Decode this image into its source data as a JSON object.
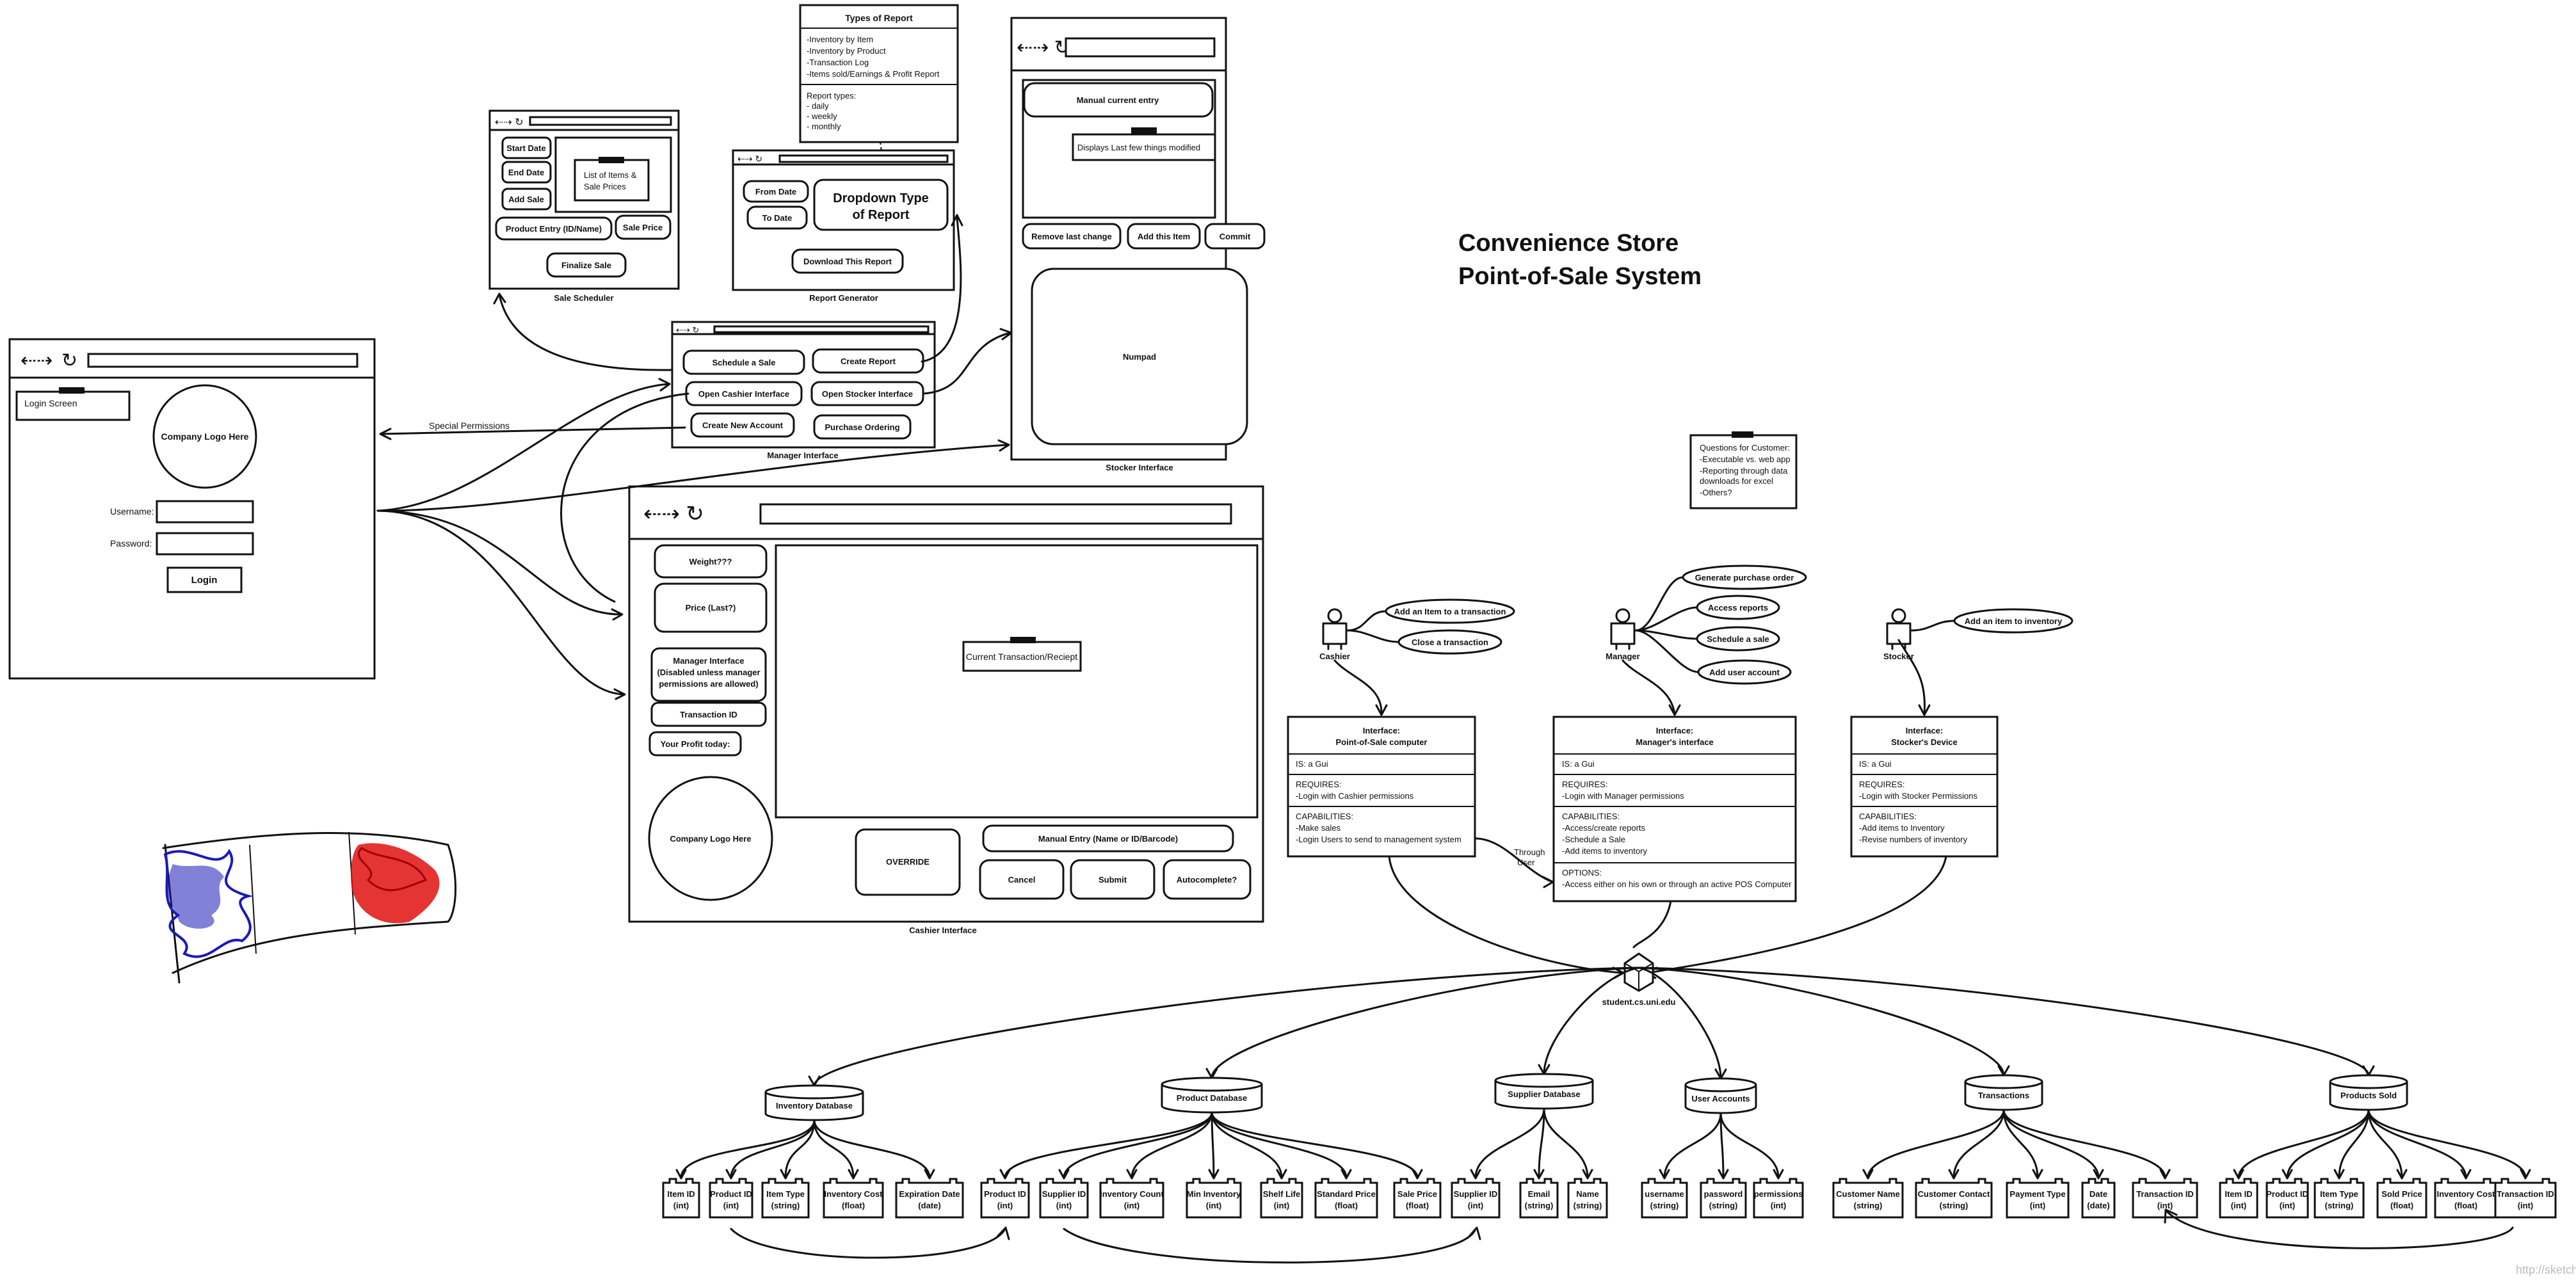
{
  "title": {
    "line1": "Convenience Store",
    "line2": "Point-of-Sale System"
  },
  "questions_note": [
    "Questions for Customer:",
    "-Executable vs. web app",
    "-Reporting through data",
    "downloads for excel",
    "-Others?"
  ],
  "watermark": "http://sketchboard.io",
  "types_of_report": {
    "title": "Types of Report",
    "items": [
      "-Inventory by Item",
      "-Inventory by Product",
      "-Transaction Log",
      "-Items sold/Earnings & Profit Report"
    ],
    "sub": [
      "Report types:",
      "- daily",
      "- weekly",
      "- monthly"
    ]
  },
  "login": {
    "label": "Login Screen",
    "logo": "Company Logo Here",
    "username": "Username:",
    "password": "Password:",
    "button": "Login"
  },
  "sale_scheduler": {
    "title": "Sale Scheduler",
    "start": "Start Date",
    "end": "End Date",
    "add": "Add Sale",
    "list1": "List of Items &",
    "list2": "Sale Prices",
    "product": "Product Entry (ID/Name)",
    "price": "Sale Price",
    "finalize": "Finalize Sale"
  },
  "report_generator": {
    "title": "Report Generator",
    "from": "From Date",
    "to": "To Date",
    "dropdown1": "Dropdown Type",
    "dropdown2": "of Report",
    "download": "Download This Report"
  },
  "manager_ui": {
    "title": "Manager Interface",
    "schedule": "Schedule a Sale",
    "create_report": "Create Report",
    "open_cashier": "Open Cashier Interface",
    "open_stocker": "Open Stocker Interface",
    "new_account": "Create New Account",
    "purchase": "Purchase Ordering"
  },
  "special_permissions": "Special Permissions",
  "stocker_ui": {
    "title": "Stocker Interface",
    "manual": "Manual current entry",
    "displays": "Displays Last few things modified",
    "remove": "Remove last change",
    "add": "Add this Item",
    "commit": "Commit",
    "numpad": "Numpad"
  },
  "cashier_ui": {
    "title": "Cashier Interface",
    "weight": "Weight???",
    "price": "Price (Last?)",
    "mgr1": "Manager Interface",
    "mgr2": "(Disabled unless manager",
    "mgr3": "permissions are allowed)",
    "txid": "Transaction ID",
    "profit": "Your Profit today:",
    "logo": "Company Logo Here",
    "receipt": "Current Transaction/Reciept",
    "override": "OVERRIDE",
    "manual": "Manual Entry (Name or ID/Barcode)",
    "cancel": "Cancel",
    "submit": "Submit",
    "autocomplete": "Autocomplete?"
  },
  "actors": {
    "cashier": {
      "name": "Cashier",
      "uses": [
        "Add an Item to a transaction",
        "Close a transaction"
      ]
    },
    "manager": {
      "name": "Manager",
      "uses": [
        "Generate purchase order",
        "Access reports",
        "Schedule a sale",
        "Add user account"
      ]
    },
    "stocker": {
      "name": "Stocker",
      "uses": [
        "Add an item to inventory"
      ]
    }
  },
  "interfaces": {
    "pos": {
      "title1": "Interface:",
      "title2": "Point-of-Sale computer",
      "is": "IS: a Gui",
      "req": [
        "REQUIRES:",
        "-Login with Cashier permissions"
      ],
      "cap": [
        "CAPABILITIES:",
        "-Make sales",
        "-Login Users to send to management system"
      ]
    },
    "mgr": {
      "title1": "Interface:",
      "title2": "Manager's interface",
      "is": "IS: a Gui",
      "req": [
        "REQUIRES:",
        "-Login with Manager permissions"
      ],
      "cap": [
        "CAPABILITIES:",
        "-Access/create reports",
        "-Schedule a Sale",
        "-Add items to inventory"
      ],
      "opt": [
        "OPTIONS:",
        "-Access either on his own or through an active POS Computer"
      ]
    },
    "stk": {
      "title1": "Interface:",
      "title2": "Stocker's Device",
      "is": "IS: a Gui",
      "req": [
        "REQUIRES:",
        "-Login with Stocker Permissions"
      ],
      "cap": [
        "CAPABILITIES:",
        "-Add items to Inventory",
        "-Revise numbers of inventory"
      ]
    }
  },
  "through_user": [
    "Through",
    "User"
  ],
  "server": "student.cs.uni.edu",
  "databases": {
    "inventory": {
      "name": "Inventory Database",
      "fields": [
        [
          "Item ID",
          "(int)"
        ],
        [
          "Product ID",
          "(int)"
        ],
        [
          "Item Type",
          "(string)"
        ],
        [
          "Inventory Cost",
          "(float)"
        ],
        [
          "Expiration Date",
          "(date)"
        ]
      ]
    },
    "product": {
      "name": "Product Database",
      "fields": [
        [
          "Product ID",
          "(int)"
        ],
        [
          "Supplier ID",
          "(int)"
        ],
        [
          "Inventory Count",
          "(int)"
        ],
        [
          "Min Inventory",
          "(int)"
        ],
        [
          "Shelf Life",
          "(int)"
        ],
        [
          "Standard Price",
          "(float)"
        ],
        [
          "Sale Price",
          "(float)"
        ]
      ]
    },
    "supplier": {
      "name": "Supplier Database",
      "fields": [
        [
          "Supplier ID",
          "(int)"
        ],
        [
          "Email",
          "(string)"
        ],
        [
          "Name",
          "(string)"
        ]
      ]
    },
    "users": {
      "name": "User Accounts",
      "fields": [
        [
          "username",
          "(string)"
        ],
        [
          "password",
          "(string)"
        ],
        [
          "permissions",
          "(int)"
        ]
      ]
    },
    "transactions": {
      "name": "Transactions",
      "fields": [
        [
          "Customer Name",
          "(string)"
        ],
        [
          "Customer Contact",
          "(string)"
        ],
        [
          "Payment Type",
          "(int)"
        ],
        [
          "Date",
          "(date)"
        ],
        [
          "Transaction ID",
          "(int)"
        ]
      ]
    },
    "sold": {
      "name": "Products Sold",
      "fields": [
        [
          "Item ID",
          "(int)"
        ],
        [
          "Product ID",
          "(int)"
        ],
        [
          "Item Type",
          "(string)"
        ],
        [
          "Sold Price",
          "(float)"
        ],
        [
          "Inventory Cost",
          "(float)"
        ],
        [
          "Transaction ID",
          "(int)"
        ]
      ]
    }
  }
}
